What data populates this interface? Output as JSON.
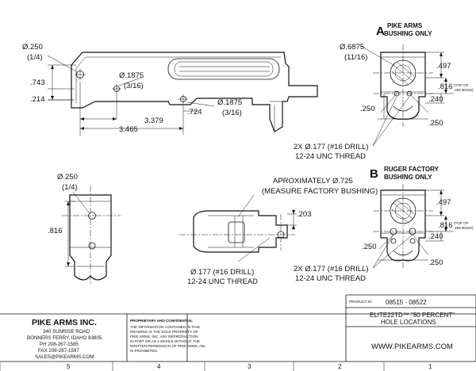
{
  "view_top": {
    "hole_front_dia": "Ø.250",
    "hole_front_frac": "(1/4)",
    "hole_mid_dia": "Ø.1875",
    "hole_mid_frac": "(3/16)",
    "hole_rear_dia": "Ø.1875",
    "hole_rear_frac": "(3/16)",
    "dim_743": ".743",
    "dim_214": ".214",
    "dim_724": ".724",
    "dim_3379": "3.379",
    "dim_3465": "3.465"
  },
  "detail_a": {
    "letter": "A",
    "title_line1": "PIKE ARMS",
    "title_line2": "BUSHING ONLY",
    "bore_dia": "Ø.6875",
    "bore_frac": "(11/16)",
    "dim_497": ".497",
    "dim_816": ".816",
    "top_boss_note_1": "(TOP OF",
    "top_boss_note_2": ".250 BOSS)",
    "dim_240": ".240",
    "dim_250_left": ".250",
    "dim_250_right": ".250",
    "drill_note": "2X Ø.177 (#16 DRILL)",
    "thread_note": "12-24 UNC THREAD"
  },
  "view_front": {
    "hole_dia": "Ø.250",
    "hole_frac": "(1/4)",
    "dim_816": ".816"
  },
  "view_bottom": {
    "approx_note": "APROXIMATELY Ø.725",
    "measure_note": "(MEASURE FACTORY BUSHING)",
    "dim_203": ".203",
    "drill_note": "Ø.177 (#16 DRILL)",
    "thread_note": "12-24 UNC THREAD"
  },
  "detail_b": {
    "letter": "B",
    "title_line1": "RUGER FACTORY",
    "title_line2": "BUSHING ONLY",
    "dim_497": ".497",
    "dim_816": ".816",
    "top_boss_note_1": "(TOP OF",
    "top_boss_note_2": ".250 BOSS)",
    "dim_240": ".240",
    "dim_250_left": ".250",
    "dim_250_right": ".250",
    "drill_note": "2X Ø.177 (#16 DRILL)",
    "thread_note": "12-24 UNC THREAD"
  },
  "title_block": {
    "company": "PIKE ARMS INC.",
    "address_1": "340 SUNRISE ROAD",
    "address_2": "BONNERS FERRY, IDAHO 83805",
    "phone": "PH 208-267-1585",
    "fax": "FAX 208-267-1597",
    "email": "SALES@PIKEARMS.COM",
    "prop_heading": "PROPRIETARY AND CONFIDENTIAL",
    "prop_text_1": "THE INFORMATION CONTAINED IN THIS",
    "prop_text_2": "DRAWING IS THE SOLE PROPERTY OF",
    "prop_text_3": "PIKE ARMS, INC.  ANY REPRODUCTION",
    "prop_text_4": "IN PART OR AS A WHOLE WITHOUT THE",
    "prop_text_5": "WRITTEN PERMISSION OF PIKE ARMS, INC.",
    "prop_text_6": "IS PROHIBITED.",
    "product_id_label": "PRODUCT ID:",
    "product_id": "08515 - 08522",
    "desc_line1": "ELITE22TD™ \"80 PERCENT\"",
    "desc_line2": "HOLE LOCATIONS",
    "website": "WWW.PIKEARMS.COM"
  },
  "zones": [
    "5",
    "4",
    "3",
    "2",
    "1"
  ]
}
